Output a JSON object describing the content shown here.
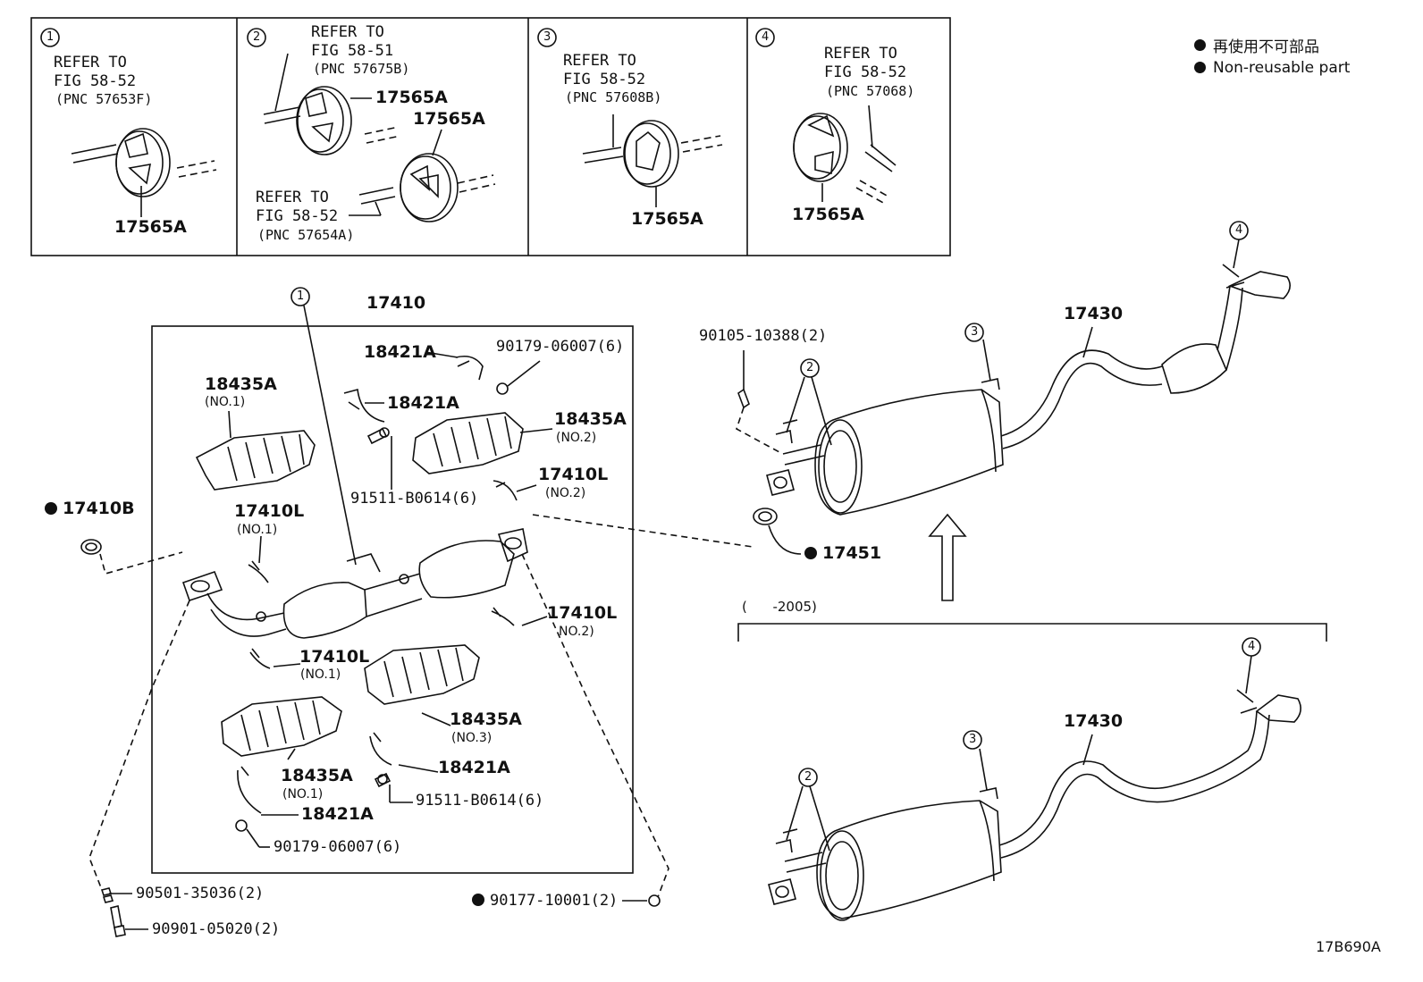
{
  "legend": {
    "jp": "再使用不可部品",
    "en": "Non-reusable part"
  },
  "panels": [
    {
      "num": "1",
      "refer": "REFER TO",
      "fig": "FIG 58-52",
      "pnc": "(PNC 57653F)",
      "part": "17565A"
    },
    {
      "num": "2",
      "refer_a": "REFER TO",
      "fig_a": "FIG 58-51",
      "pnc_a": "(PNC 57675B)",
      "part_a": "17565A",
      "part_b": "17565A",
      "refer_b": "REFER TO",
      "fig_b": "FIG 58-52",
      "pnc_b": "(PNC 57654A)"
    },
    {
      "num": "3",
      "refer": "REFER TO",
      "fig": "FIG 58-52",
      "pnc": "(PNC 57608B)",
      "part": "17565A"
    },
    {
      "num": "4",
      "refer": "REFER TO",
      "fig": "FIG 58-52",
      "pnc": "(PNC 57068)",
      "part": "17565A"
    }
  ],
  "left": {
    "assy": "17410",
    "callout1": "1",
    "p18421A_a": "18421A",
    "p90179_a": "90179-06007(6)",
    "p18435A_no1_top": "18435A",
    "p18435A_no1_top_sub": "(NO.1)",
    "p18421A_b": "18421A",
    "p18435A_no2": "18435A",
    "p18435A_no2_sub": "(NO.2)",
    "p17410L_no2_top": "17410L",
    "p17410L_no2_top_sub": "(NO.2)",
    "p91511_a": "91511-B0614(6)",
    "p17410L_no1_top": "17410L",
    "p17410L_no1_top_sub": "(NO.1)",
    "p17410B": "17410B",
    "p17410L_no2_mid": "17410L",
    "p17410L_no2_mid_sub": "NO.2)",
    "p17410L_no1_mid": "17410L",
    "p17410L_no1_mid_sub": "(NO.1)",
    "p18435A_no3": "18435A",
    "p18435A_no3_sub": "(NO.3)",
    "p18435A_no1_bot": "18435A",
    "p18435A_no1_bot_sub": "(NO.1)",
    "p18421A_c": "18421A",
    "p91511_b": "91511-B0614(6)",
    "p18421A_d": "18421A",
    "p90179_b": "90179-06007(6)",
    "p90501": "90501-35036(2)",
    "p90901": "90901-05020(2)",
    "p90177": "90177-10001(2)"
  },
  "right": {
    "p90105": "90105-10388(2)",
    "c2_top": "2",
    "c3_top": "3",
    "c4_top": "4",
    "p17430_top": "17430",
    "p17451": "17451",
    "year_range": "(      -2005)",
    "c2_bot": "2",
    "c3_bot": "3",
    "c4_bot": "4",
    "p17430_bot": "17430"
  },
  "figure_id": "17B690A"
}
